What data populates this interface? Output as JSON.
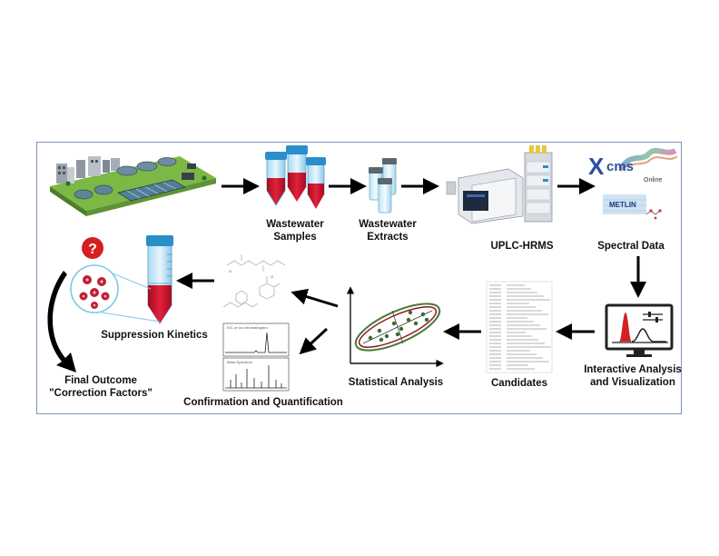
{
  "labels": {
    "wastewater_samples": [
      "Wastewater",
      "Samples"
    ],
    "wastewater_extracts": [
      "Wastewater",
      "Extracts"
    ],
    "uplc_hrms": "UPLC-HRMS",
    "spectral_data": "Spectral Data",
    "interactive": [
      "Interactive Analysis",
      "and Visualization"
    ],
    "candidates": "Candidates",
    "statistical_analysis": "Statistical Analysis",
    "confirmation": "Confirmation and Quantification",
    "suppression": "Suppression Kinetics",
    "final_outcome": [
      "Final Outcome",
      "\"Correction Factors\""
    ]
  },
  "logos": {
    "xcms": "XCMS",
    "xcms_sub": "Online",
    "metlin": "METLIN"
  },
  "badge": "?",
  "chromatogram_titles": {
    "top": "EIC or ion chromatogram",
    "bottom": "Mass Spectrum"
  },
  "colors": {
    "frame": "#7a93b8",
    "blood_red": "#c8102e",
    "tube_blue": "#8ec9e8",
    "cap_blue": "#2a8fc8",
    "peak_red": "#d42020",
    "ellipse_green": "#4a7a3a",
    "ellipse_red": "#8a1a1a",
    "badge_red": "#d42020"
  }
}
